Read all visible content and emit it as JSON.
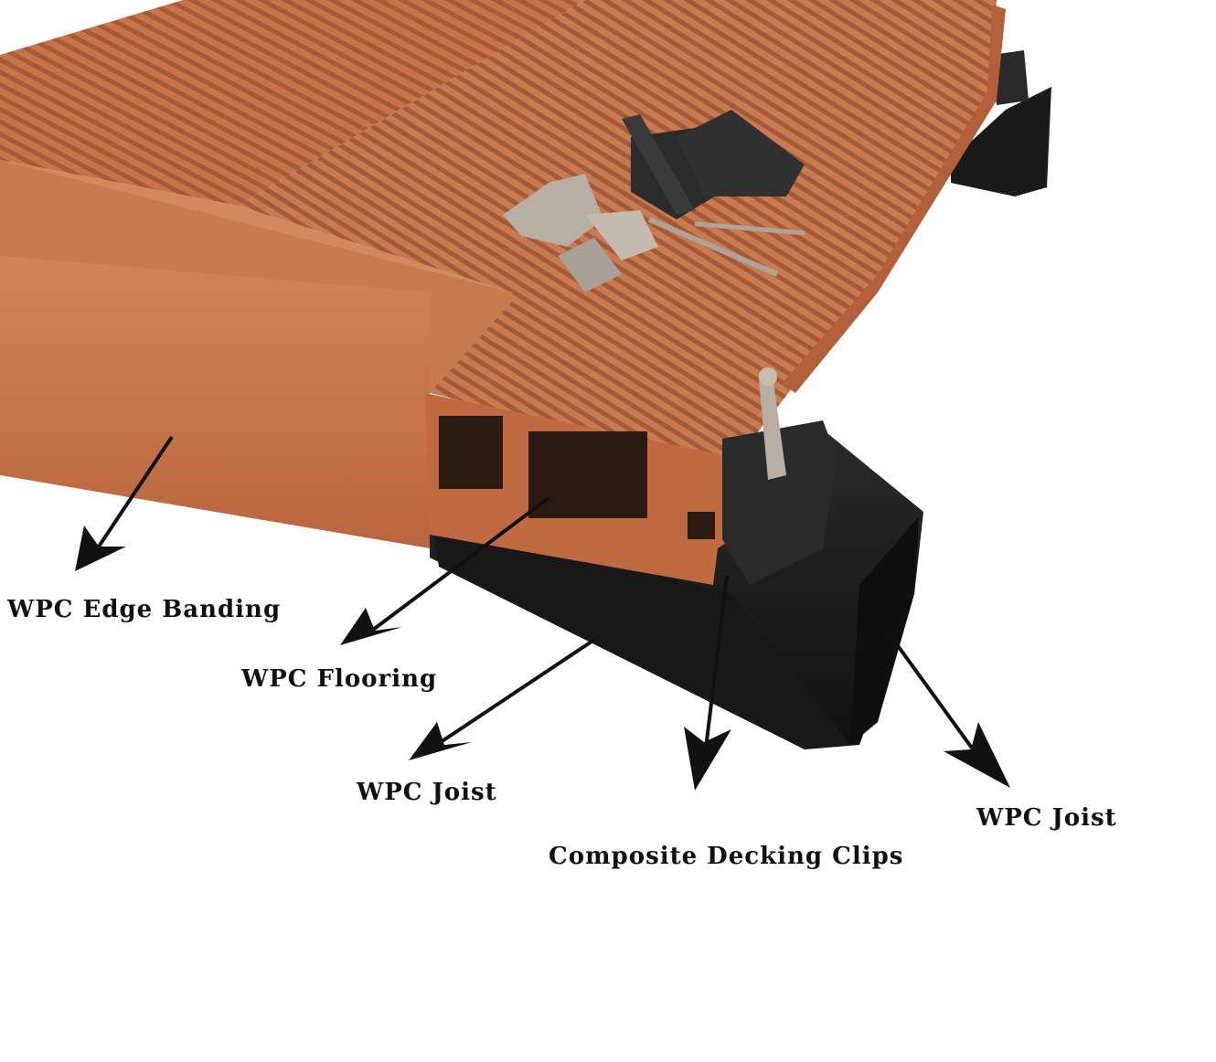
{
  "colors": {
    "board": "#c8744a",
    "board_dark": "#a85a36",
    "board_light": "#d98a5e",
    "joist": "#1c1c1c",
    "clip": "#2a2a2a",
    "metal": "#b8aea4",
    "arrow": "#111111",
    "background": "#ffffff"
  },
  "labels": {
    "edge_banding": "WPC Edge Banding",
    "flooring": "WPC Flooring",
    "joist_left": "WPC Joist",
    "clips": "Composite Decking Clips",
    "joist_right": "WPC Joist"
  },
  "icons": {
    "arrow": "arrow-down-left-icon"
  }
}
